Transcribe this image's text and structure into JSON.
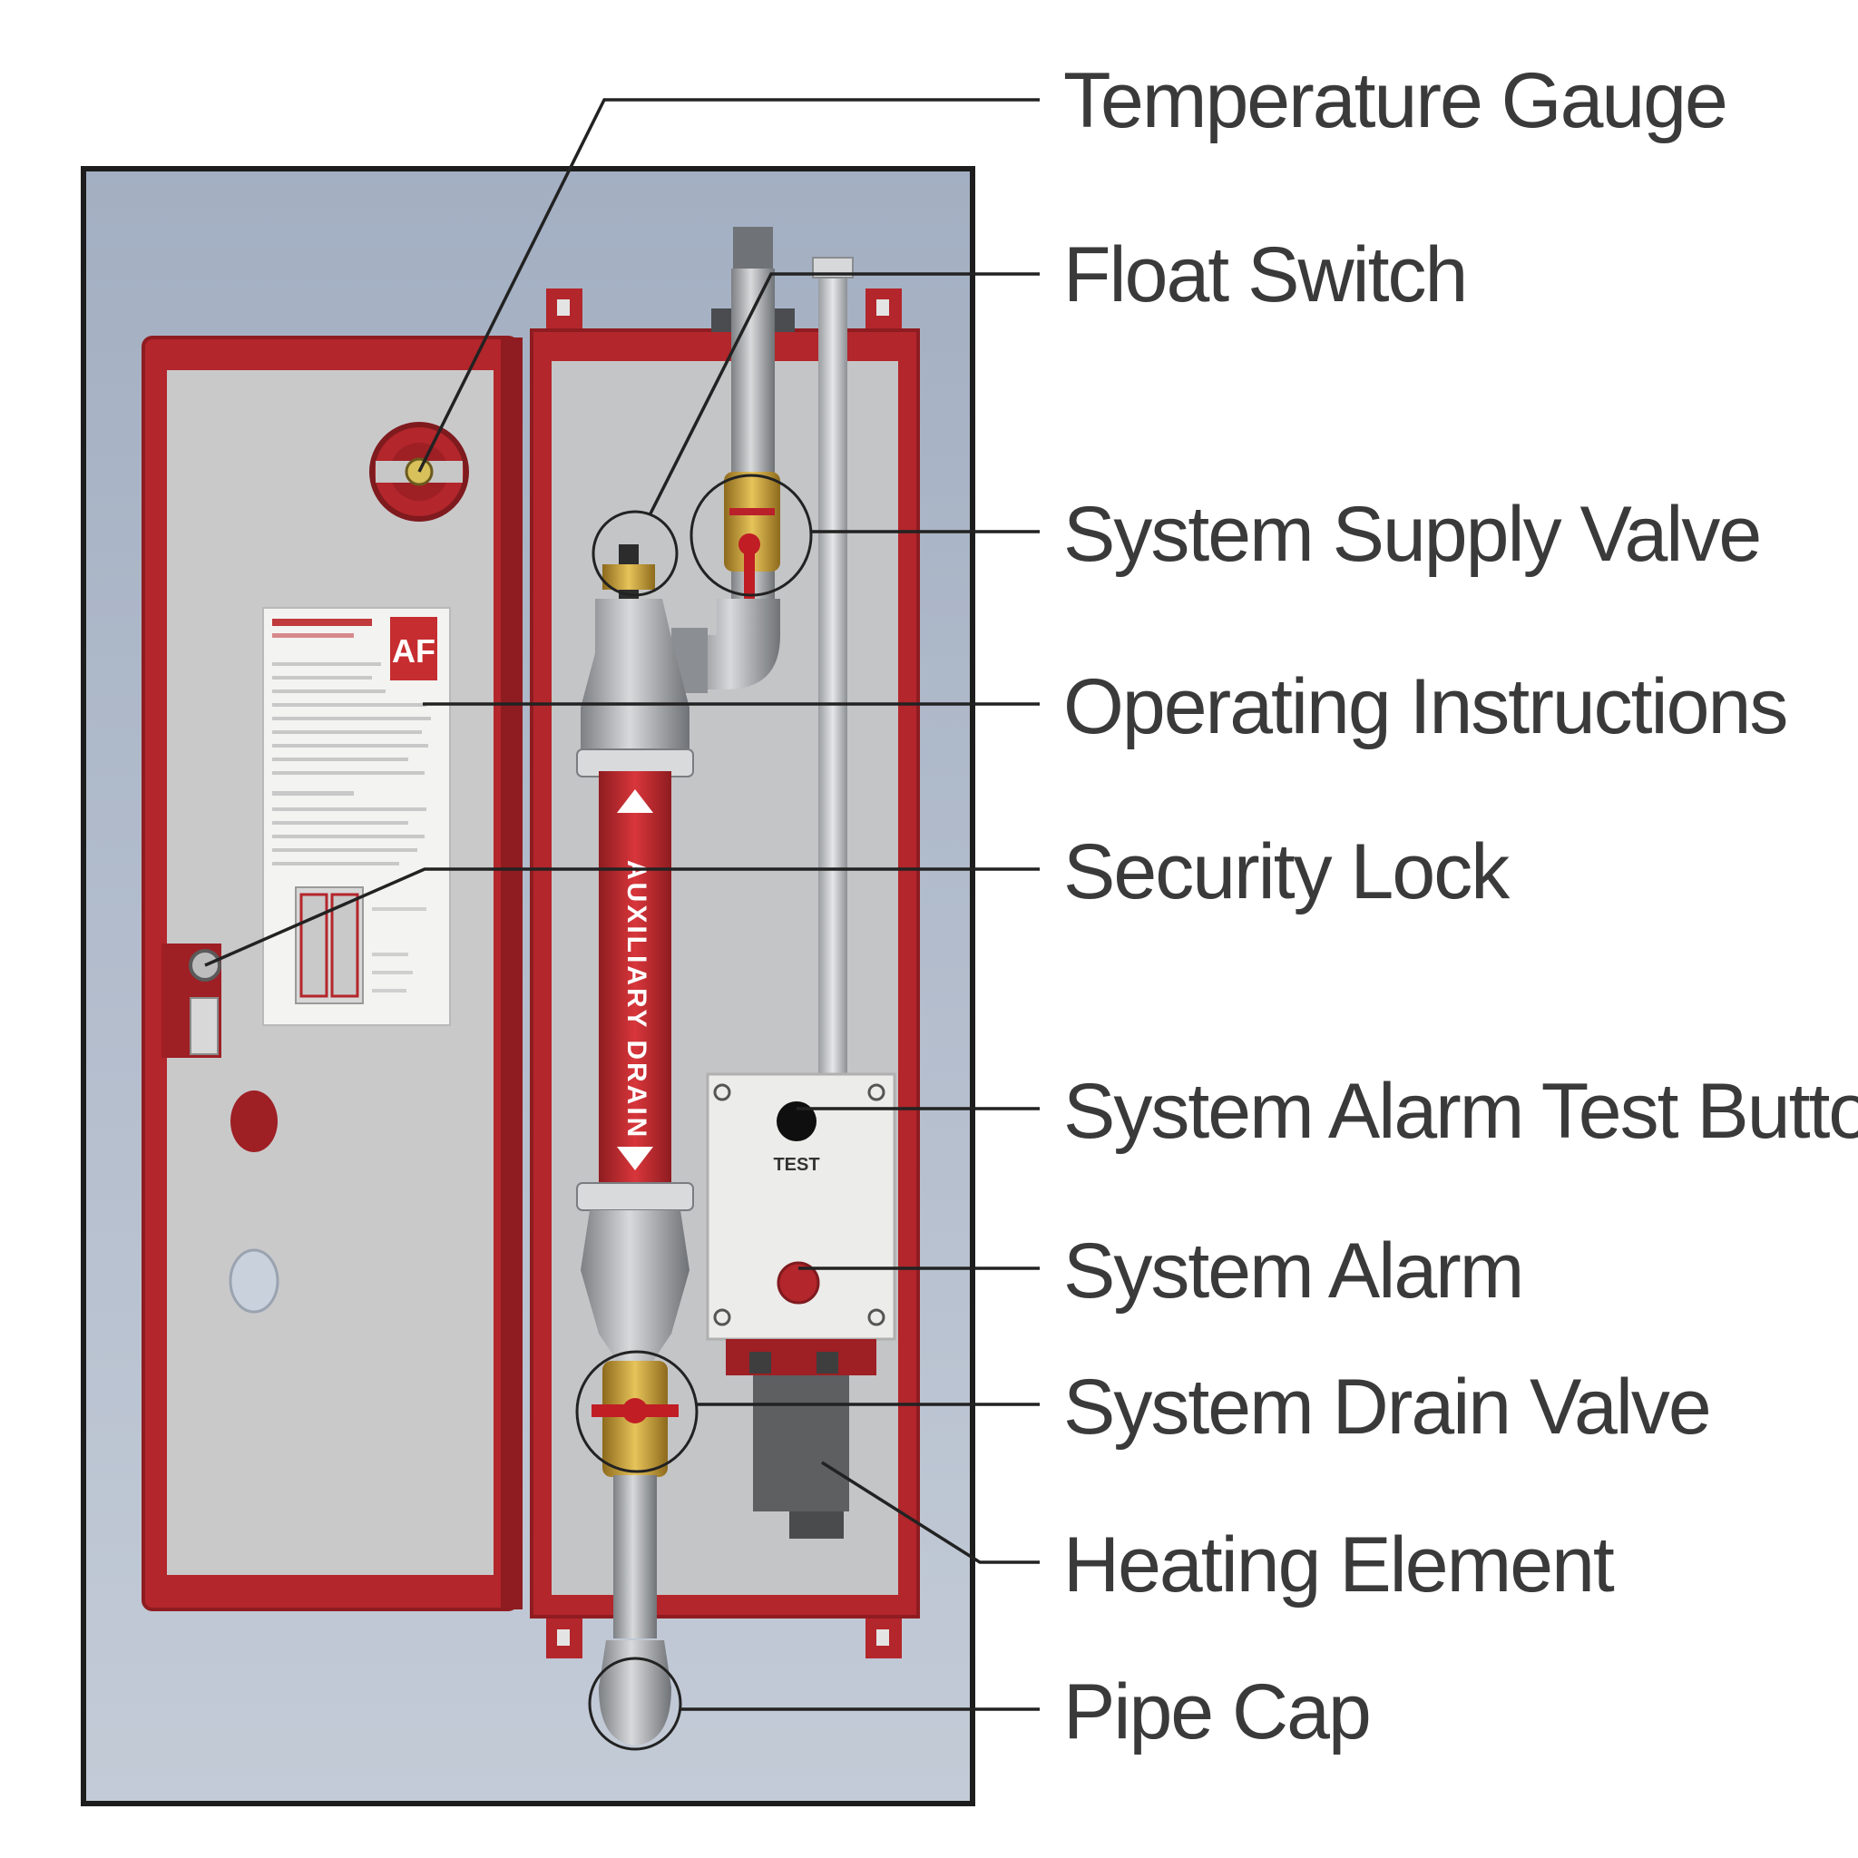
{
  "diagram": {
    "callouts": [
      {
        "id": "temperature-gauge",
        "label": "Temperature Gauge"
      },
      {
        "id": "float-switch",
        "label": "Float Switch"
      },
      {
        "id": "system-supply-valve",
        "label": "System Supply Valve"
      },
      {
        "id": "operating-instructions",
        "label": "Operating Instructions"
      },
      {
        "id": "security-lock",
        "label": "Security Lock"
      },
      {
        "id": "system-alarm-test-button",
        "label": "System Alarm Test Button"
      },
      {
        "id": "system-alarm",
        "label": "System Alarm"
      },
      {
        "id": "system-drain-valve",
        "label": "System Drain Valve"
      },
      {
        "id": "heating-element",
        "label": "Heating Element"
      },
      {
        "id": "pipe-cap",
        "label": "Pipe Cap"
      }
    ],
    "pipe_label": "AUXILIARY DRAIN",
    "test_button_label": "TEST",
    "logo_text": "AF"
  },
  "colors": {
    "cabinet_red": "#b3262b",
    "cabinet_dark_red": "#8e1c20",
    "backboard": "#a7b2c4",
    "panel_gray": "#c9c9ca",
    "pipe_gray": "#9a9c9f",
    "brass": "#c9a13a",
    "label_text": "#3a3a3a"
  }
}
